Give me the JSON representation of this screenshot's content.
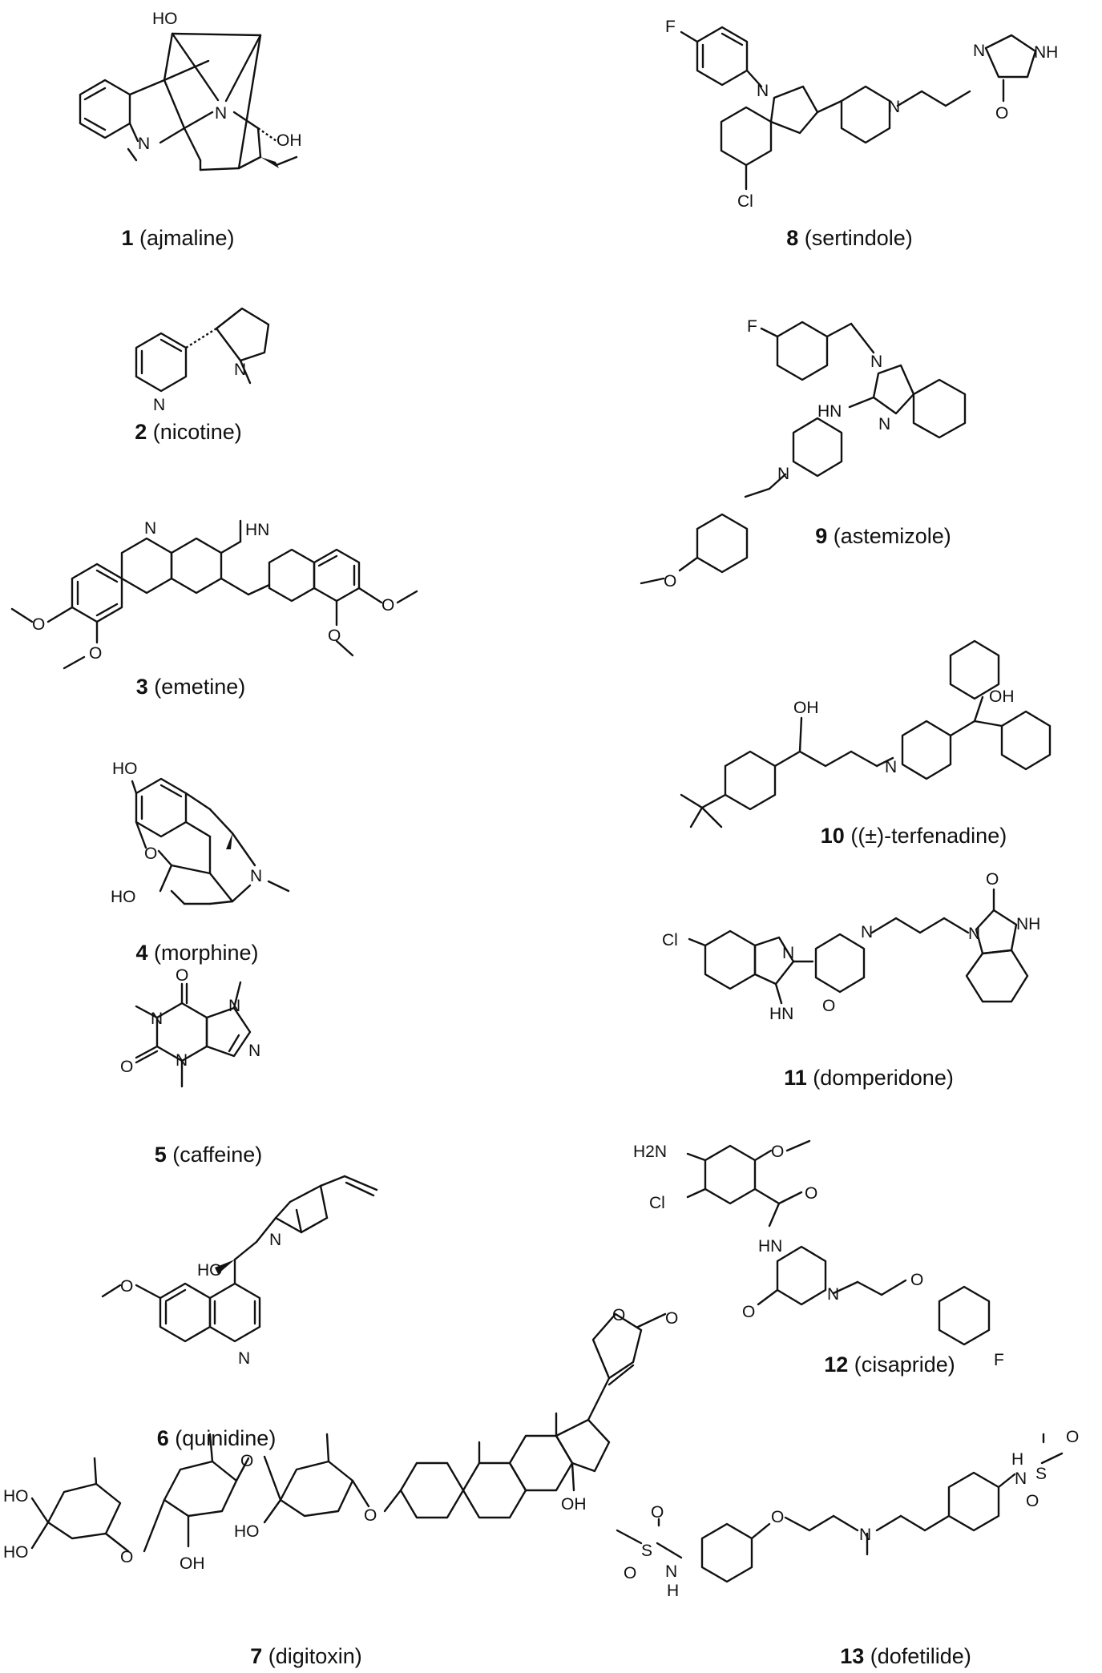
{
  "compounds": [
    {
      "number": "1",
      "name": "(ajmaline)"
    },
    {
      "number": "2",
      "name": "(nicotine)"
    },
    {
      "number": "3",
      "name": "(emetine)"
    },
    {
      "number": "4",
      "name": "(morphine)"
    },
    {
      "number": "5",
      "name": "(caffeine)"
    },
    {
      "number": "6",
      "name": "(quinidine)"
    },
    {
      "number": "7",
      "name": "(digitoxin)"
    },
    {
      "number": "8",
      "name": "(sertindole)"
    },
    {
      "number": "9",
      "name": "(astemizole)"
    },
    {
      "number": "10",
      "name": "((±)-terfenadine)"
    },
    {
      "number": "11",
      "name": "(domperidone)"
    },
    {
      "number": "12",
      "name": "(cisapride)"
    },
    {
      "number": "13",
      "name": "(dofetilide)"
    }
  ],
  "atoms": {
    "ho": "HO",
    "oh": "OH",
    "n": "N",
    "nh": "NH",
    "hn": "HN",
    "o": "O",
    "f": "F",
    "cl": "Cl",
    "h2n": "H2N",
    "s": "S",
    "h": "H"
  }
}
